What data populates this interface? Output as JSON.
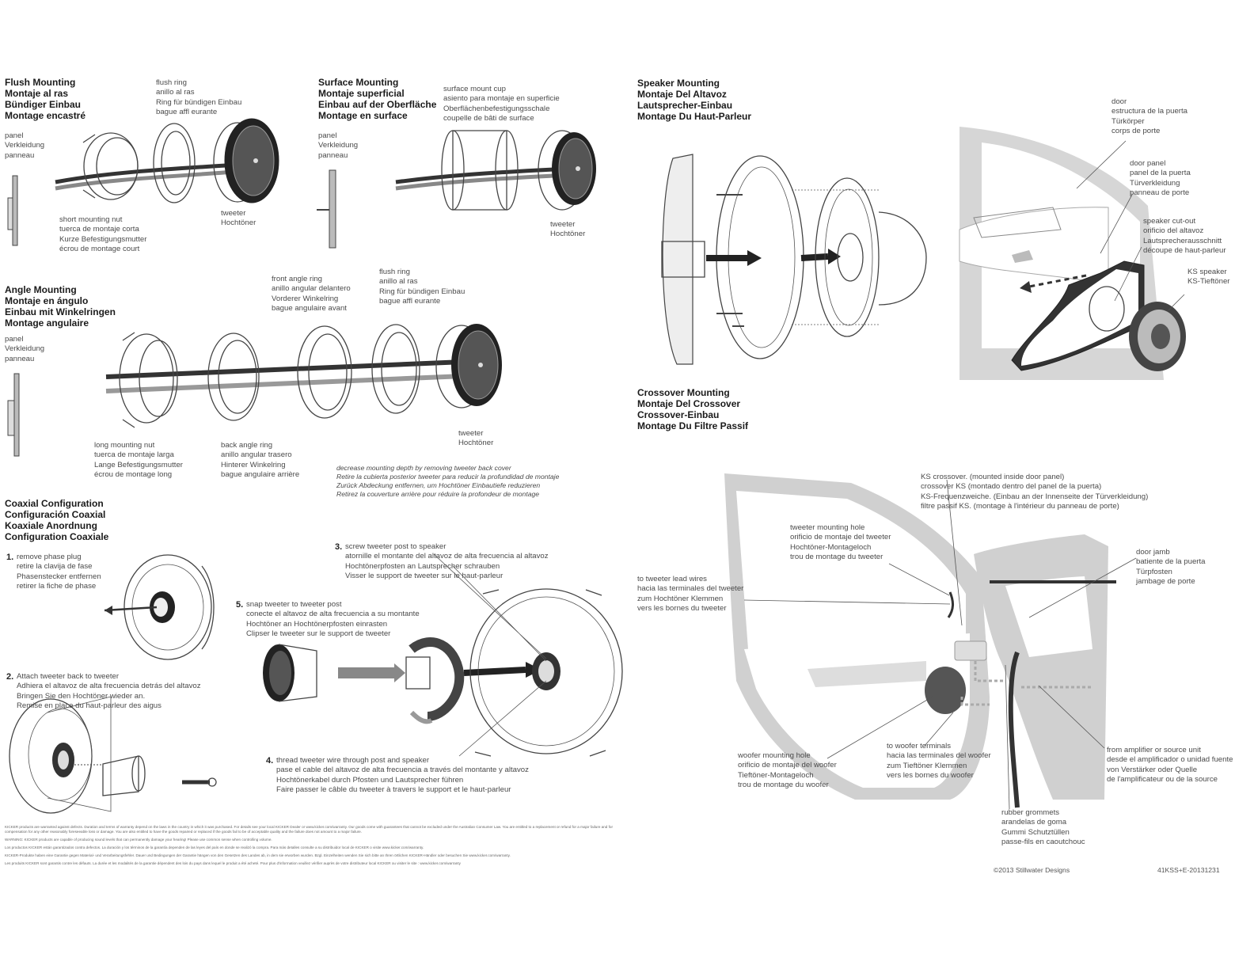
{
  "sections": {
    "flush": {
      "title": [
        "Flush Mounting",
        "Montaje al ras",
        "Bündiger Einbau",
        "Montage encastré"
      ],
      "flush_ring": [
        "flush ring",
        "anillo al ras",
        "Ring für bündigen Einbau",
        "bague affl eurante"
      ],
      "panel": [
        "panel",
        "Verkleidung",
        "panneau"
      ],
      "nut": [
        "short mounting nut",
        "tuerca de montaje corta",
        "Kurze Befestigungsmutter",
        "écrou de montage court"
      ],
      "tweeter": [
        "tweeter",
        "Hochtöner"
      ]
    },
    "surface": {
      "title": [
        "Surface Mounting",
        "Montaje superficial",
        "Einbau auf der Oberfläche",
        "Montage en surface"
      ],
      "cup": [
        "surface mount cup",
        "asiento para montaje en superficie",
        "Oberflächenbefestigungsschale",
        "coupelle de bâti de surface"
      ],
      "panel": [
        "panel",
        "Verkleidung",
        "panneau"
      ],
      "tweeter": [
        "tweeter",
        "Hochtöner"
      ]
    },
    "angle": {
      "title": [
        "Angle Mounting",
        "Montaje en ángulo",
        "Einbau mit Winkelringen",
        "Montage angulaire"
      ],
      "panel": [
        "panel",
        "Verkleidung",
        "panneau"
      ],
      "front_ring": [
        "front angle ring",
        "anillo angular delantero",
        "Vorderer Winkelring",
        "bague angulaire avant"
      ],
      "flush_ring": [
        "flush ring",
        "anillo al ras",
        "Ring für bündigen Einbau",
        "bague affl eurante"
      ],
      "long_nut": [
        "long mounting nut",
        "tuerca de montaje larga",
        "Lange Befestigungsmutter",
        "écrou de montage long"
      ],
      "back_ring": [
        "back angle ring",
        "anillo angular trasero",
        "Hinterer Winkelring",
        "bague angulaire arrière"
      ],
      "tweeter": [
        "tweeter",
        "Hochtöner"
      ],
      "note": [
        "decrease mounting depth by removing tweeter back cover",
        "Retire la cubierta posterior tweeter para reducir la profundidad de montaje",
        "Zurück Abdeckung entfernen, um Hochtöner Einbautiefe reduzieren",
        "Retirez la couverture arrière pour réduire la profondeur de montage"
      ]
    },
    "coaxial": {
      "title": [
        "Coaxial Configuration",
        "Configuración Coaxial",
        "Koaxiale Anordnung",
        "Configuration Coaxiale"
      ],
      "step1": {
        "num": "1.",
        "lines": [
          "remove phase plug",
          "retire la clavija de fase",
          "Phasenstecker entfernen",
          "retirer la fiche de phase"
        ]
      },
      "step2": {
        "num": "2.",
        "lines": [
          "Attach tweeter back to tweeter",
          "Adhiera el altavoz de alta frecuencia detrás del altavoz",
          "Bringen Sie den Hochtöner wieder an.",
          "Remise en place du haut-parleur des aigus"
        ]
      },
      "step3": {
        "num": "3.",
        "lines": [
          "screw tweeter post to speaker",
          "atornille el montante del altavoz de alta frecuencia al altavoz",
          "Hochtönerpfosten an Lautsprecher schrauben",
          "Visser le support de tweeter sur le haut-parleur"
        ]
      },
      "step4": {
        "num": "4.",
        "lines": [
          "thread tweeter wire through post and speaker",
          "pase el cable del altavoz de alta frecuencia a través del montante y altavoz",
          "Hochtönerkabel durch Pfosten und Lautsprecher führen",
          "Faire passer le câble du tweeter à travers le support et le haut-parleur"
        ]
      },
      "step5": {
        "num": "5.",
        "lines": [
          "snap tweeter to tweeter post",
          "conecte el altavoz de alta frecuencia a su montante",
          "Hochtöner an Hochtönerpfosten einrasten",
          "Clipser le tweeter sur le support de tweeter"
        ]
      }
    },
    "speaker": {
      "title": [
        "Speaker Mounting",
        "Montaje Del Altavoz",
        "Lautsprecher-Einbau",
        "Montage Du Haut-Parleur"
      ],
      "door": [
        "door",
        "estructura de la puerta",
        "Türkörper",
        "corps de porte"
      ],
      "door_panel": [
        "door panel",
        "panel de la puerta",
        "Türverkleidung",
        "panneau de porte"
      ],
      "cutout": [
        "speaker cut-out",
        "orificio del altavoz",
        "Lautsprecherausschnitt",
        "découpe de haut-parleur"
      ],
      "ks": [
        "KS speaker",
        "KS-Tieftöner"
      ]
    },
    "crossover": {
      "title": [
        "Crossover Mounting",
        "Montaje Del Crossover",
        "Crossover-Einbau",
        "Montage Du Filtre Passif"
      ],
      "ks_crossover": [
        "KS crossover. (mounted inside door panel)",
        "crossover KS (montado dentro del panel de la puerta)",
        "KS-Frequenzweiche. (Einbau an der Innenseite der Türverkleidung)",
        "filtre passif KS. (montage à l'intérieur du panneau de porte)"
      ],
      "tweeter_hole": [
        "tweeter mounting hole",
        "orificio de montaje del tweeter",
        "Hochtöner-Montageloch",
        "trou de montage du tweeter"
      ],
      "lead_wires": [
        "to tweeter lead wires",
        "hacia las terminales del tweeter",
        "zum Hochtöner Klemmen",
        "vers les bornes du tweeter"
      ],
      "jamb": [
        "door jamb",
        "batiente de la puerta",
        "Türpfosten",
        "jambage de porte"
      ],
      "woofer_hole": [
        "woofer mounting hole",
        "orificio de montaje del woofer",
        "Tieftöner-Montageloch",
        "trou de montage du woofer"
      ],
      "woofer_terms": [
        "to woofer terminals",
        "hacia las terminales del woofer",
        "zum Tieftöner Klemmen",
        "vers les bornes du woofer"
      ],
      "amp": [
        "from amplifier or source unit",
        "desde el amplificador o unidad fuente",
        "von Verstärker oder Quelle",
        "de l'amplificateur ou de la source"
      ],
      "grommets": [
        "rubber grommets",
        "arandelas de goma",
        "Gummi Schutztüllen",
        "passe-fils en caoutchouc"
      ]
    }
  },
  "legal": [
    "KICKER products are warranted against defects. Duration and terms of warranty depend on the laws in the country in which it was purchased. For details see your local KICKER Dealer or www.kicker.com/warranty. Our goods come with guarantees that cannot be excluded under the Australian Consumer Law. You are entitled to a replacement or refund for a major failure and for compensation for any other reasonably foreseeable loss or damage. You are also entitled to have the goods repaired or replaced if the goods fail to be of acceptable quality and the failure does not amount to a major failure.",
    "WARNING: KICKER products are capable of producing sound levels that can permanently damage your hearing! Please use common sense when controlling volume.",
    "Los productos KICKER están garantizados contra defectos. La duración y los términos de la garantía dependen de las leyes del país en donde se realizó la compra. Para más detalles consulte a su distribuidor local de KICKER o visite www.kicker.com/warranty.",
    "KICKER-Produkte haben eine Garantie gegen Material- und Verarbeitungsfehler. Dauer und Bedingungen der Garantie hängen von den Gesetzen des Landes ab, in dem sie erworben wurden. Bzgl. Einzelheiten wenden Sie sich bitte an Ihren örtlichen KICKER-Händler oder besuchen Sie www.kicker.com/warranty.",
    "Les produits KICKER sont garantis contre les défauts. La durée et les modalités de la garantie dépendent des lois du pays dans lequel le produit a été acheté. Pour plus d'information veuillez vérifier auprès de votre distributeur local KICKER ou visiter le site : www.kicker.com/warranty"
  ],
  "footer": {
    "copyright": "©2013 Stillwater Designs",
    "code": "41KSS+E-20131231"
  }
}
